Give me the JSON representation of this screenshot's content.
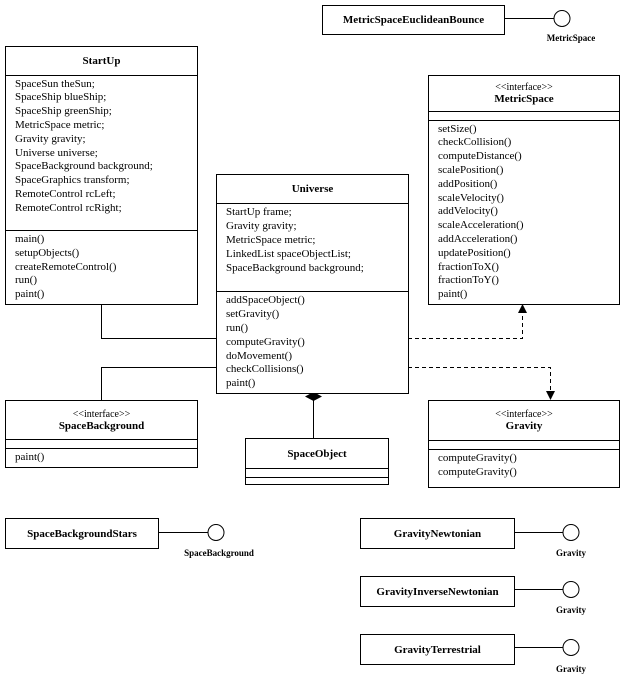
{
  "classes": {
    "startup": {
      "name": "StartUp",
      "attributes": [
        "SpaceSun theSun;",
        "SpaceShip blueShip;",
        "SpaceShip greenShip;",
        "MetricSpace metric;",
        "Gravity gravity;",
        "Universe universe;",
        "SpaceBackground background;",
        "SpaceGraphics transform;",
        "RemoteControl rcLeft;",
        "RemoteControl rcRight;"
      ],
      "methods": [
        "main()",
        "setupObjects()",
        "createRemoteControl()",
        "run()",
        "paint()"
      ]
    },
    "universe": {
      "name": "Universe",
      "attributes": [
        "StartUp frame;",
        "Gravity gravity;",
        "MetricSpace metric;",
        "LinkedList spaceObjectList;",
        "SpaceBackground background;"
      ],
      "methods": [
        "addSpaceObject()",
        "setGravity()",
        "run()",
        "computeGravity()",
        "doMovement()",
        "checkCollisions()",
        "paint()"
      ]
    },
    "metricspace": {
      "stereotype": "<<interface>>",
      "name": "MetricSpace",
      "methods": [
        "setSize()",
        "checkCollision()",
        "computeDistance()",
        "scalePosition()",
        "addPosition()",
        "scaleVelocity()",
        "addVelocity()",
        "scaleAcceleration()",
        "addAcceleration()",
        "updatePosition()",
        "fractionToX()",
        "fractionToY()",
        "paint()"
      ]
    },
    "spacebackground": {
      "stereotype": "<<interface>>",
      "name": "SpaceBackground",
      "methods": [
        "paint()"
      ]
    },
    "spaceobject": {
      "name": "SpaceObject"
    },
    "gravity": {
      "stereotype": "<<interface>>",
      "name": "Gravity",
      "methods": [
        "computeGravity()",
        "computeGravity()"
      ]
    }
  },
  "implementations": [
    {
      "name": "MetricSpaceEuclideanBounce",
      "interface": "MetricSpace"
    },
    {
      "name": "SpaceBackgroundStars",
      "interface": "SpaceBackground"
    },
    {
      "name": "GravityNewtonian",
      "interface": "Gravity"
    },
    {
      "name": "GravityInverseNewtonian",
      "interface": "Gravity"
    },
    {
      "name": "GravityTerrestrial",
      "interface": "Gravity"
    }
  ]
}
